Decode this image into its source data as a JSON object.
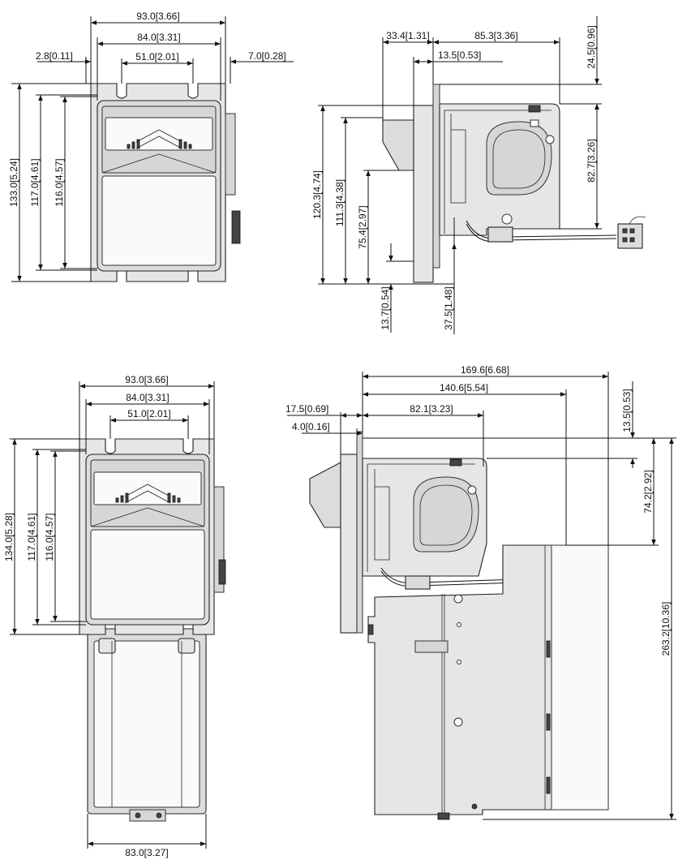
{
  "views": {
    "front_top": {
      "dims": [
        "93.0[3.66]",
        "84.0[3.31]",
        "51.0[2.01]",
        "2.8[0.11]",
        "7.0[0.28]",
        "133.0[5.24]",
        "117.0[4.61]",
        "116.0[4.57]"
      ]
    },
    "side_top": {
      "dims": [
        "33.4[1.31]",
        "85.3[3.36]",
        "13.5[0.53]",
        "24.5[0.96]",
        "82.7[3.26]",
        "120.3[4.74]",
        "111.3[4.38]",
        "75.4[2.97]",
        "13.7[0.54]",
        "37.5[1.48]"
      ]
    },
    "front_bottom": {
      "dims": [
        "93.0[3.66]",
        "84.0[3.31]",
        "51.0[2.01]",
        "134.0[5.28]",
        "117.0[4.61]",
        "116.0[4.57]",
        "83.0[3.27]"
      ]
    },
    "side_bottom": {
      "dims": [
        "169.6[6.68]",
        "140.6[5.54]",
        "82.1[3.23]",
        "17.5[0.69]",
        "4.0[0.16]",
        "13.5[0.53]",
        "74.2[2.92]",
        "263.2[10.36]"
      ]
    }
  }
}
